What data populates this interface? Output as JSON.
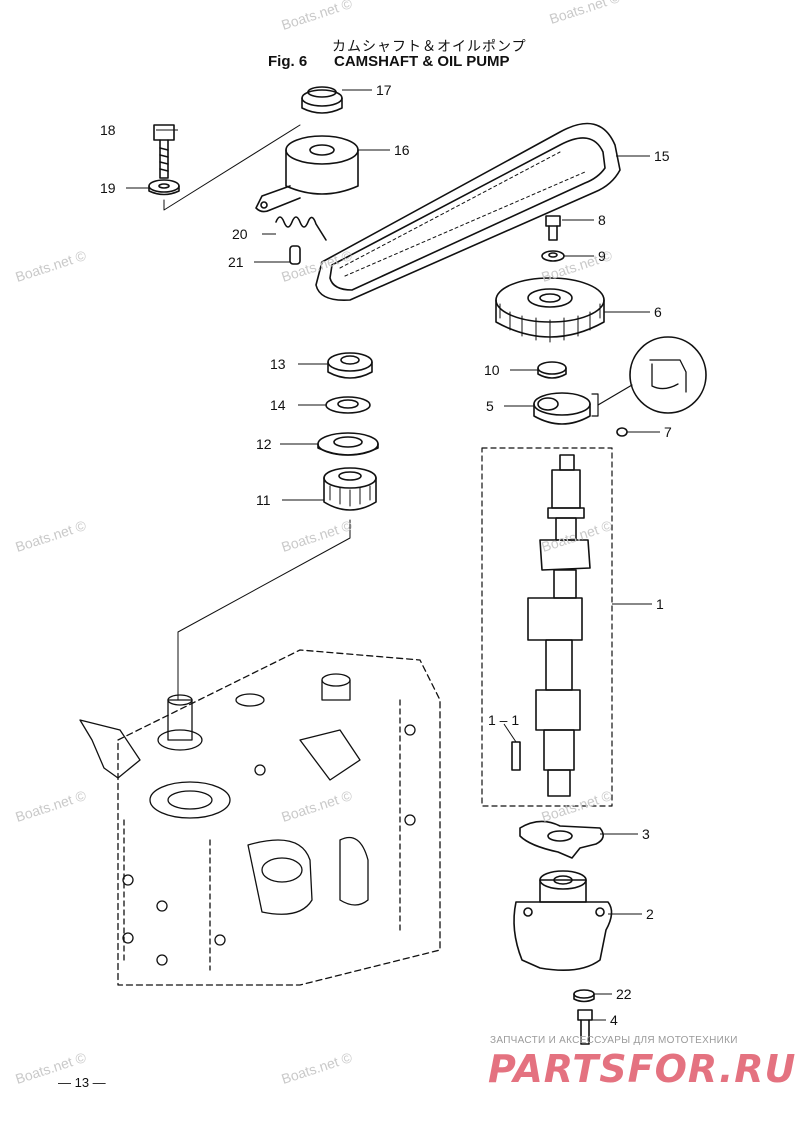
{
  "header": {
    "title_jp": "カムシャフト＆オイルポンプ",
    "fig": "Fig. 6",
    "title": "CAMSHAFT & OIL PUMP"
  },
  "watermark": "Boats.net ©",
  "callouts": {
    "c1": "1",
    "c1_1": "1 – 1",
    "c2": "2",
    "c3": "3",
    "c4": "4",
    "c5": "5",
    "c6": "6",
    "c7": "7",
    "c8": "8",
    "c9": "9",
    "c10": "10",
    "c11": "11",
    "c12": "12",
    "c13": "13",
    "c14": "14",
    "c15": "15",
    "c16": "16",
    "c17": "17",
    "c18": "18",
    "c19": "19",
    "c20": "20",
    "c21": "21",
    "c22": "22"
  },
  "footer": {
    "page": "— 13 —",
    "brand_top": "ЗАПЧАСТИ И АКСЕССУАРЫ ДЛЯ МОТОТЕХНИКИ",
    "brand": "PARTSFOR.RU"
  },
  "colors": {
    "ink": "#111111",
    "watermark": "#c9c9c9",
    "brand": "#e05a6a"
  }
}
